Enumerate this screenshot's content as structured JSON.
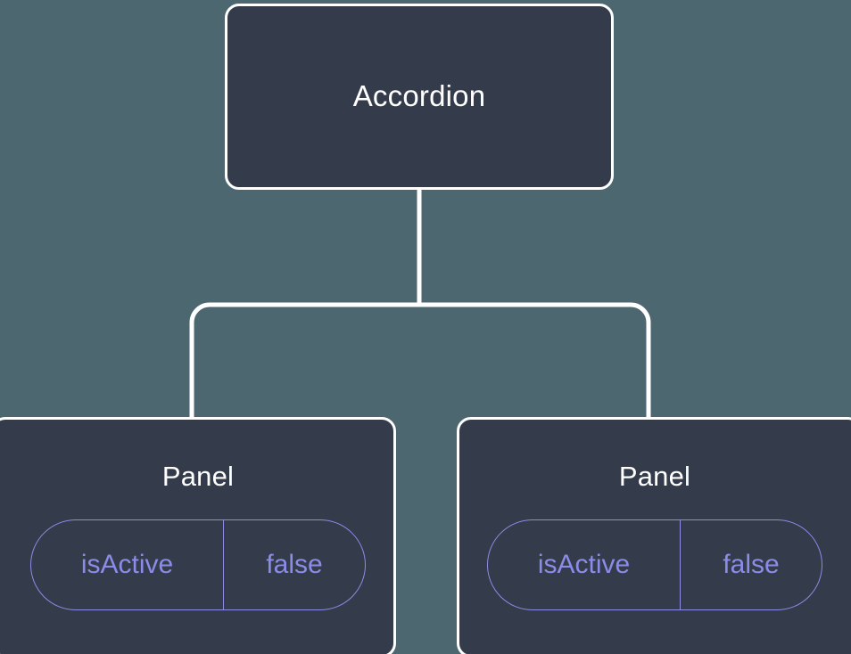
{
  "theme": {
    "background_color": "#4d6771",
    "node_fill_color": "#343b4a",
    "node_border_color": "#ffffff",
    "node_text_color": "#ffffff",
    "connector_color": "#ffffff",
    "pill_accent_color": "#8b8ce8"
  },
  "tree": {
    "root": {
      "title": "Accordion"
    },
    "children": [
      {
        "title": "Panel",
        "state": {
          "key": "isActive",
          "value": "false"
        }
      },
      {
        "title": "Panel",
        "state": {
          "key": "isActive",
          "value": "false"
        }
      }
    ]
  }
}
